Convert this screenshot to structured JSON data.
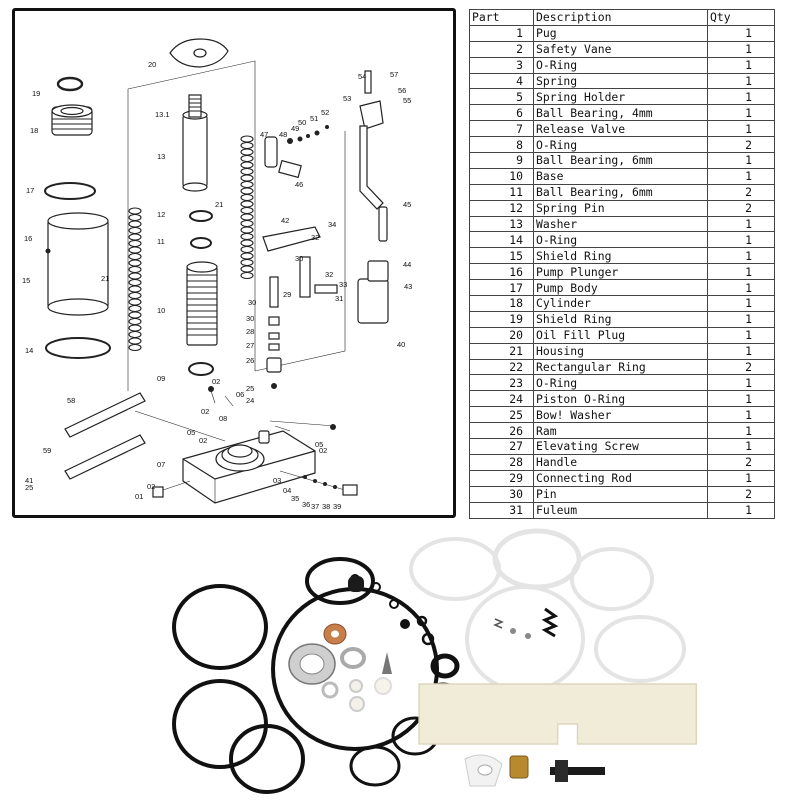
{
  "diagram": {
    "callouts": [
      "20",
      "19",
      "18",
      "17",
      "16",
      "15",
      "14",
      "13.1",
      "13",
      "12",
      "11",
      "10",
      "09",
      "21",
      "21",
      "58",
      "59",
      "54",
      "57",
      "53",
      "56",
      "55",
      "52",
      "51",
      "50",
      "49",
      "48",
      "47",
      "46",
      "45",
      "44",
      "43",
      "42",
      "34",
      "32",
      "30",
      "32",
      "33",
      "31",
      "30",
      "29",
      "30",
      "28",
      "27",
      "26",
      "25",
      "24",
      "02",
      "06",
      "02",
      "08",
      "05",
      "02",
      "05",
      "02",
      "07",
      "02",
      "01",
      "03",
      "04",
      "35",
      "36",
      "37",
      "38",
      "39",
      "40",
      "41",
      "25"
    ]
  },
  "table": {
    "headers": {
      "part": "Part",
      "description": "Description",
      "qty": "Qty"
    },
    "rows": [
      {
        "part": "1",
        "description": "Pug",
        "qty": "1"
      },
      {
        "part": "2",
        "description": "Safety Vane",
        "qty": "1"
      },
      {
        "part": "3",
        "description": "O-Ring",
        "qty": "1"
      },
      {
        "part": "4",
        "description": "Spring",
        "qty": "1"
      },
      {
        "part": "5",
        "description": "Spring Holder",
        "qty": "1"
      },
      {
        "part": "6",
        "description": "Ball Bearing, 4mm",
        "qty": "1"
      },
      {
        "part": "7",
        "description": "Release Valve",
        "qty": "1"
      },
      {
        "part": "8",
        "description": "O-Ring",
        "qty": "2"
      },
      {
        "part": "9",
        "description": "Ball Bearing, 6mm",
        "qty": "1"
      },
      {
        "part": "10",
        "description": "Base",
        "qty": "1"
      },
      {
        "part": "11",
        "description": "Ball Bearing, 6mm",
        "qty": "2"
      },
      {
        "part": "12",
        "description": "Spring Pin",
        "qty": "2"
      },
      {
        "part": "13",
        "description": "Washer",
        "qty": "1"
      },
      {
        "part": "14",
        "description": "O-Ring",
        "qty": "1"
      },
      {
        "part": "15",
        "description": "Shield Ring",
        "qty": "1"
      },
      {
        "part": "16",
        "description": "Pump Plunger",
        "qty": "1"
      },
      {
        "part": "17",
        "description": "Pump Body",
        "qty": "1"
      },
      {
        "part": "18",
        "description": "Cylinder",
        "qty": "1"
      },
      {
        "part": "19",
        "description": "Shield Ring",
        "qty": "1"
      },
      {
        "part": "20",
        "description": "Oil Fill Plug",
        "qty": "1"
      },
      {
        "part": "21",
        "description": "Housing",
        "qty": "1"
      },
      {
        "part": "22",
        "description": "Rectangular Ring",
        "qty": "2"
      },
      {
        "part": "23",
        "description": "O-Ring",
        "qty": "1"
      },
      {
        "part": "24",
        "description": "Piston O-Ring",
        "qty": "1"
      },
      {
        "part": "25",
        "description": "Bow! Washer",
        "qty": "1"
      },
      {
        "part": "26",
        "description": "Ram",
        "qty": "1"
      },
      {
        "part": "27",
        "description": "Elevating Screw",
        "qty": "1"
      },
      {
        "part": "28",
        "description": "Handle",
        "qty": "2"
      },
      {
        "part": "29",
        "description": "Connecting Rod",
        "qty": "1"
      },
      {
        "part": "30",
        "description": "Pin",
        "qty": "2"
      },
      {
        "part": "31",
        "description": "Fuleum",
        "qty": "1"
      }
    ]
  },
  "colors": {
    "line": "#222222",
    "oring": "#111111",
    "ptfe": "#f6f6f6",
    "nylon": "#f1ecd8",
    "copper": "#c77f4b",
    "brass": "#b8892f"
  }
}
